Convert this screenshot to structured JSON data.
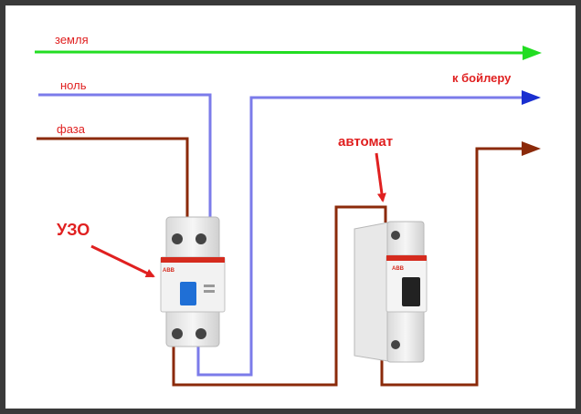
{
  "wires": {
    "ground": {
      "label": "земля",
      "color": "#22dd22"
    },
    "neutral": {
      "label": "ноль",
      "color": "#7777ee"
    },
    "phase": {
      "label": "фаза",
      "color": "#8b2a0a"
    }
  },
  "boiler_label": "к бойлеру",
  "rcd": {
    "label": "УЗО",
    "brand": "ABB"
  },
  "breaker": {
    "label": "автомат",
    "brand": "ABB"
  },
  "colors": {
    "frame": "#3a3a3a",
    "label_red": "#e02020",
    "arrow_red": "#e02020",
    "neutral_arrow": "#1a2fd0",
    "phase_wire": "#8b2a0a",
    "device_body": "#eeeeee",
    "rcd_lever": "#1f6fd6"
  }
}
